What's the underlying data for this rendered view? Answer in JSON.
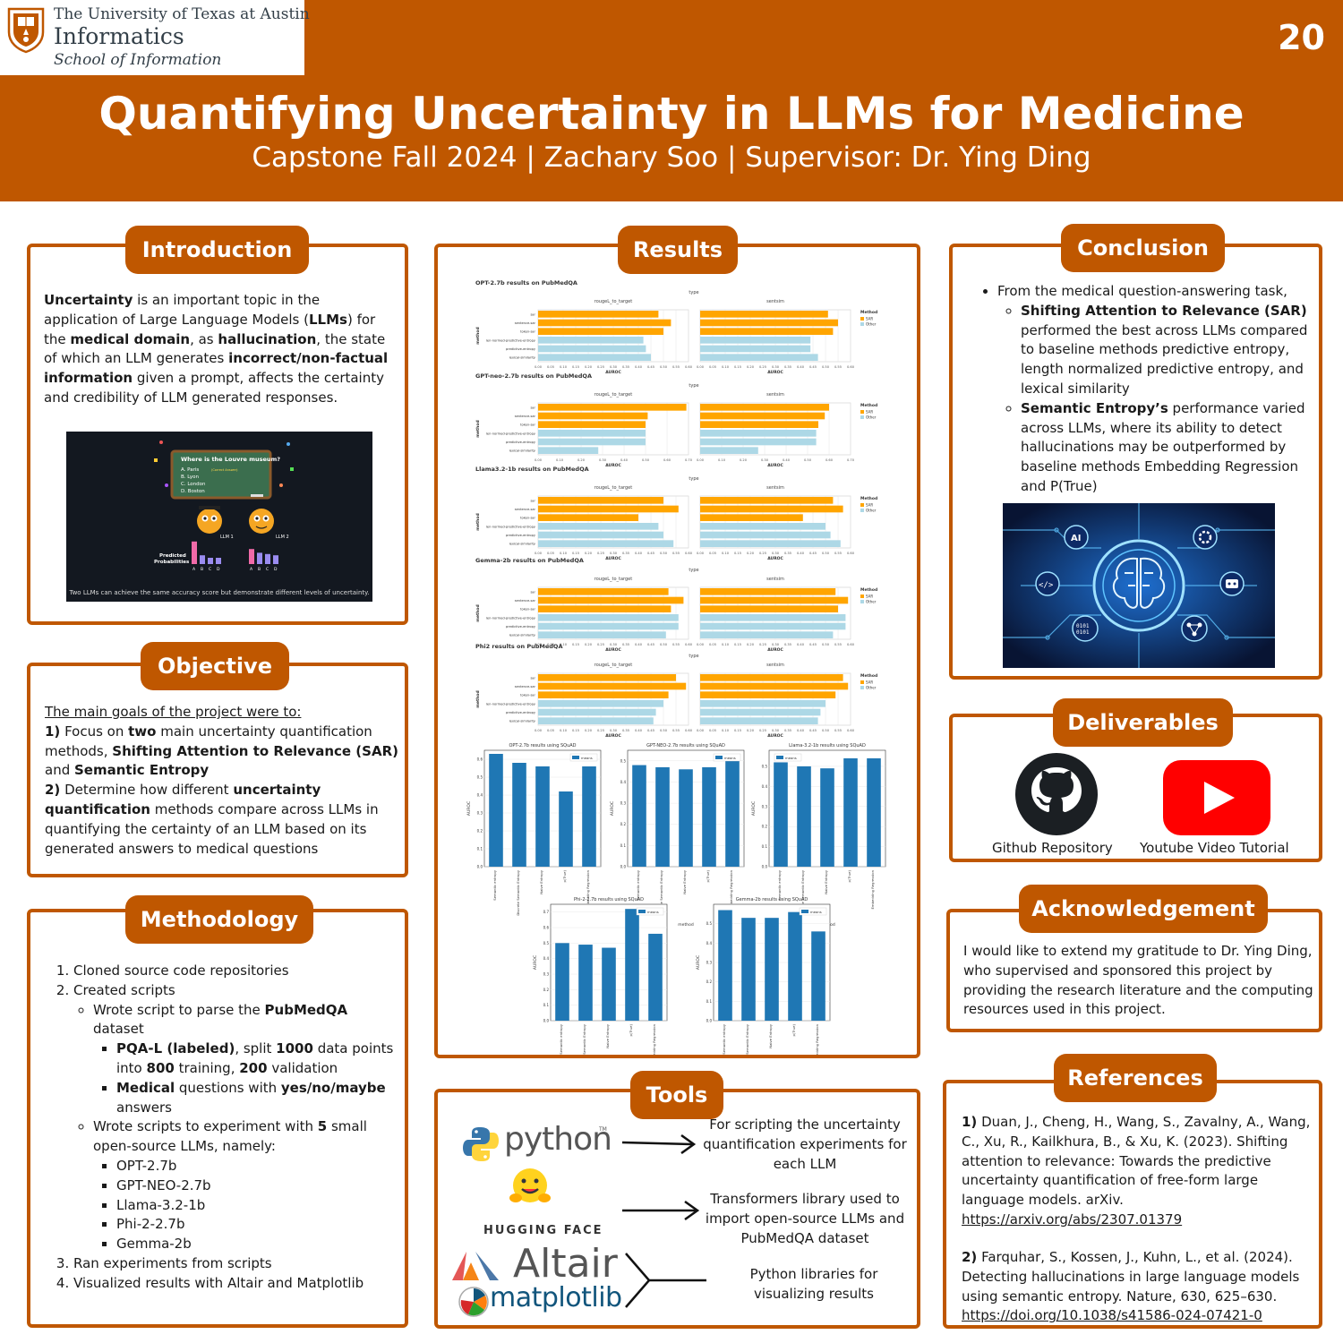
{
  "header": {
    "university": "The University of Texas at Austin",
    "department": "Informatics",
    "school": "School of Information",
    "poster_number": "20",
    "title": "Quantifying Uncertainty in LLMs for Medicine",
    "subtitle": "Capstone Fall 2024 | Zachary Soo | Supervisor: Dr. Ying Ding"
  },
  "introduction": {
    "heading": "Introduction",
    "p": [
      {
        "t": "Uncertainty",
        "b": true
      },
      {
        "t": " is an important topic in the application of Large Language Models ("
      },
      {
        "t": "LLMs",
        "b": true
      },
      {
        "t": ") for the "
      },
      {
        "t": "medical domain",
        "b": true
      },
      {
        "t": ", as "
      },
      {
        "t": "hallucination",
        "b": true
      },
      {
        "t": ", the state of which an LLM generates "
      },
      {
        "t": "incorrect/non-factual information",
        "b": true
      },
      {
        "t": " given a prompt, affects the certainty and credibility of LLM generated responses."
      }
    ],
    "image": {
      "question": "Where is the Louvre museum?",
      "options": [
        "A.  Paris",
        "B.  Lyon",
        "C.  London",
        "D.  Boston"
      ],
      "correct_tag": "(Correct Answer)",
      "llm1": "LLM 1",
      "llm2": "LLM 2",
      "predicted_label": "Predicted",
      "probabilities_label": "Probabilities",
      "choice_letters": [
        "A",
        "B",
        "C",
        "D"
      ],
      "llm1_probs": [
        0.9,
        0.35,
        0.25,
        0.25
      ],
      "llm2_probs": [
        0.6,
        0.45,
        0.4,
        0.35
      ],
      "caption": "Two LLMs can achieve the same accuracy score but demonstrate different levels of uncertainty."
    }
  },
  "objective": {
    "heading": "Objective",
    "intro": "The main goals of the project were to: ",
    "g1_num": "1)",
    "g1": [
      {
        "t": " Focus on "
      },
      {
        "t": "two",
        "b": true
      },
      {
        "t": " main uncertainty quantification methods, "
      },
      {
        "t": "Shifting Attention to Relevance (SAR)",
        "b": true
      },
      {
        "t": " and "
      },
      {
        "t": "Semantic Entropy",
        "b": true
      }
    ],
    "g2_num": "2)",
    "g2": [
      {
        "t": " Determine how different "
      },
      {
        "t": "uncertainty quantification",
        "b": true
      },
      {
        "t": " methods compare across LLMs in quantifying the certainty of an LLM based on its generated answers to medical questions"
      }
    ]
  },
  "methodology": {
    "heading": "Methodology",
    "step1": "Cloned source code repositories",
    "step2": "Created scripts",
    "sub1": [
      {
        "t": "Wrote script to parse the "
      },
      {
        "t": "PubMedQA",
        "b": true
      },
      {
        "t": " dataset"
      }
    ],
    "sub1a": [
      {
        "t": "PQA-L (labeled)",
        "b": true
      },
      {
        "t": ", split "
      },
      {
        "t": "1000",
        "b": true
      },
      {
        "t": " data points into "
      },
      {
        "t": "800",
        "b": true
      },
      {
        "t": " training, "
      },
      {
        "t": "200",
        "b": true
      },
      {
        "t": " validation"
      }
    ],
    "sub1b": [
      {
        "t": "Medical",
        "b": true
      },
      {
        "t": " questions with "
      },
      {
        "t": "yes/no/maybe",
        "b": true
      },
      {
        "t": " answers"
      }
    ],
    "sub2": [
      {
        "t": "Wrote scripts to experiment with "
      },
      {
        "t": "5",
        "b": true
      },
      {
        "t": " small open-source LLMs, namely:"
      }
    ],
    "models": [
      "OPT-2.7b",
      "GPT-NEO-2.7b",
      "Llama-3.2-1b",
      "Phi-2-2.7b",
      "Gemma-2b"
    ],
    "step3": "Ran experiments from scripts",
    "step4": "Visualized results with Altair and Matplotlib"
  },
  "results": {
    "heading": "Results",
    "chart_data": [
      {
        "type": "bar",
        "title": "OPT-2.7b results on PubMedQA",
        "panel_labels": [
          "rougeL_to_target",
          "sentsim"
        ],
        "top_label": "type",
        "categories": [
          "sar",
          "sentence-sar",
          "token-sar",
          "len-normed-predictive-entropy",
          "predictive-entropy",
          "lexical-similarity"
        ],
        "series": [
          {
            "name": "rougeL_to_target",
            "values": [
              0.48,
              0.53,
              0.5,
              0.42,
              0.43,
              0.45
            ]
          },
          {
            "name": "sentsim",
            "values": [
              0.51,
              0.55,
              0.53,
              0.44,
              0.44,
              0.47
            ]
          }
        ],
        "xlabel": "AUROC",
        "ylabel": "method",
        "xlim": [
          0,
          0.6
        ],
        "xticks": [
          "0.00",
          "0.05",
          "0.10",
          "0.15",
          "0.20",
          "0.25",
          "0.30",
          "0.35",
          "0.40",
          "0.45",
          "0.50",
          "0.55",
          "0.60"
        ],
        "legend_title": "Method",
        "legend": [
          "SAR",
          "Other"
        ]
      },
      {
        "type": "bar",
        "title": "GPT-neo-2.7b results on PubMedQA",
        "panel_labels": [
          "rougeL_to_target",
          "sentsim"
        ],
        "top_label": "type",
        "categories": [
          "sar",
          "sentence-sar",
          "token-sar",
          "len-normed-predictive-entropy",
          "predictive-entropy",
          "lexical-similarity"
        ],
        "series": [
          {
            "name": "rougeL_to_target",
            "values": [
              0.69,
              0.51,
              0.5,
              0.5,
              0.5,
              0.28
            ]
          },
          {
            "name": "sentsim",
            "values": [
              0.6,
              0.58,
              0.55,
              0.54,
              0.54,
              0.27
            ]
          }
        ],
        "xlabel": "AUROC",
        "ylabel": "method",
        "xlim": [
          0,
          0.7
        ],
        "xticks": [
          "0.00",
          "0.10",
          "0.20",
          "0.30",
          "0.40",
          "0.50",
          "0.60",
          "0.70"
        ],
        "legend_title": "Method",
        "legend": [
          "SAR",
          "Other"
        ]
      },
      {
        "type": "bar",
        "title": "Llama3.2-1b results on PubMedQA",
        "panel_labels": [
          "rougeL_to_target",
          "sentsim"
        ],
        "top_label": "type",
        "categories": [
          "sar",
          "sentence-sar",
          "token-sar",
          "len-normed-predictive-entropy",
          "predictive-entropy",
          "lexical-similarity"
        ],
        "series": [
          {
            "name": "rougeL_to_target",
            "values": [
              0.5,
              0.56,
              0.4,
              0.48,
              0.5,
              0.54
            ]
          },
          {
            "name": "sentsim",
            "values": [
              0.53,
              0.57,
              0.41,
              0.5,
              0.52,
              0.56
            ]
          }
        ],
        "xlabel": "AUROC",
        "ylabel": "method",
        "xlim": [
          0,
          0.6
        ],
        "xticks": [
          "0.00",
          "0.05",
          "0.10",
          "0.15",
          "0.20",
          "0.25",
          "0.30",
          "0.35",
          "0.40",
          "0.45",
          "0.50",
          "0.55",
          "0.60"
        ],
        "legend_title": "Method",
        "legend": [
          "SAR",
          "Other"
        ]
      },
      {
        "type": "bar",
        "title": "Gemma-2b results on PubMedQA",
        "panel_labels": [
          "rougeL_to_target",
          "sentsim"
        ],
        "top_label": "type",
        "categories": [
          "sar",
          "sentence-sar",
          "token-sar",
          "len-normed-predictive-entropy",
          "predictive-entropy",
          "lexical-similarity"
        ],
        "series": [
          {
            "name": "rougeL_to_target",
            "values": [
              0.52,
              0.58,
              0.53,
              0.56,
              0.56,
              0.51
            ]
          },
          {
            "name": "sentsim",
            "values": [
              0.54,
              0.59,
              0.55,
              0.58,
              0.58,
              0.53
            ]
          }
        ],
        "xlabel": "AUROC",
        "ylabel": "method",
        "xlim": [
          0,
          0.6
        ],
        "xticks": [
          "0.00",
          "0.05",
          "0.10",
          "0.15",
          "0.20",
          "0.25",
          "0.30",
          "0.35",
          "0.40",
          "0.45",
          "0.50",
          "0.55",
          "0.60"
        ],
        "legend_title": "Method",
        "legend": [
          "SAR",
          "Other"
        ]
      },
      {
        "type": "bar",
        "title": "Phi2 results on PubMedQA",
        "panel_labels": [
          "rougeL_to_target",
          "sentsim"
        ],
        "top_label": "type",
        "categories": [
          "sar",
          "sentence-sar",
          "token-sar",
          "len-normed-predictive-entropy",
          "predictive-entropy",
          "lexical-similarity"
        ],
        "series": [
          {
            "name": "rougeL_to_target",
            "values": [
              0.55,
              0.59,
              0.52,
              0.5,
              0.47,
              0.46
            ]
          },
          {
            "name": "sentsim",
            "values": [
              0.57,
              0.59,
              0.54,
              0.5,
              0.48,
              0.47
            ]
          }
        ],
        "xlabel": "AUROC",
        "ylabel": "method",
        "xlim": [
          0,
          0.6
        ],
        "xticks": [
          "0.00",
          "0.05",
          "0.10",
          "0.15",
          "0.20",
          "0.25",
          "0.30",
          "0.35",
          "0.40",
          "0.45",
          "0.50",
          "0.55",
          "0.60"
        ],
        "legend_title": "Method",
        "legend": [
          "SAR",
          "Other"
        ]
      },
      {
        "type": "bar",
        "title": "OPT-2.7b results using SQuAD",
        "categories": [
          "Semantic entropy",
          "Discrete Semantic Entropy",
          "Naive Entropy",
          "p(True)",
          "Embedding Regression"
        ],
        "series": [
          {
            "name": "means",
            "values": [
              0.63,
              0.58,
              0.56,
              0.42,
              0.56
            ]
          }
        ],
        "xlabel": "",
        "ylabel": "AUROC",
        "ylim": [
          0,
          0.65
        ],
        "yticks": [
          "0.0",
          "0.1",
          "0.2",
          "0.3",
          "0.4",
          "0.5",
          "0.6"
        ]
      },
      {
        "type": "bar",
        "title": "GPT-NEO-2.7b results using SQuAD",
        "categories": [
          "Semantic entropy",
          "Discrete Semantic Entropy",
          "Naive Entropy",
          "p(True)",
          "Embedding Regression"
        ],
        "series": [
          {
            "name": "means",
            "values": [
              0.48,
              0.47,
              0.46,
              0.47,
              0.51
            ]
          }
        ],
        "xlabel": "method",
        "ylabel": "AUROC",
        "ylim": [
          0,
          0.55
        ],
        "yticks": [
          "0.0",
          "0.1",
          "0.2",
          "0.3",
          "0.4",
          "0.5"
        ]
      },
      {
        "type": "bar",
        "title": "Llama-3.2-1b results using SQuAD",
        "categories": [
          "Semantic entropy",
          "Discrete Semantic Entropy",
          "Naive Entropy",
          "p(True)",
          "Embedding Regression"
        ],
        "series": [
          {
            "name": "means",
            "values": [
              0.52,
              0.5,
              0.49,
              0.54,
              0.54
            ]
          }
        ],
        "xlabel": "method",
        "ylabel": "AUROC",
        "ylim": [
          0,
          0.58
        ],
        "yticks": [
          "0.0",
          "0.1",
          "0.2",
          "0.3",
          "0.4",
          "0.5"
        ]
      },
      {
        "type": "bar",
        "title": "Phi-2-2.7b results using SQuAD",
        "categories": [
          "Semantic entropy",
          "Discrete Semantic Entropy",
          "Naive Entropy",
          "p(True)",
          "Embedding Regression"
        ],
        "series": [
          {
            "name": "means",
            "values": [
              0.5,
              0.49,
              0.47,
              0.72,
              0.56
            ]
          }
        ],
        "xlabel": "method",
        "ylabel": "AUROC",
        "ylim": [
          0,
          0.75
        ],
        "yticks": [
          "0.0",
          "0.1",
          "0.2",
          "0.3",
          "0.4",
          "0.5",
          "0.6",
          "0.7"
        ]
      },
      {
        "type": "bar",
        "title": "Gemma-2b results using SQuAD",
        "categories": [
          "Semantic entropy",
          "Discrete Semantic Entropy",
          "Naive Entropy",
          "p(True)",
          "Embedding Regression"
        ],
        "series": [
          {
            "name": "means",
            "values": [
              0.57,
              0.53,
              0.53,
              0.56,
              0.46
            ]
          }
        ],
        "xlabel": "method",
        "ylabel": "AUROC",
        "ylim": [
          0,
          0.6
        ],
        "yticks": [
          "0.0",
          "0.1",
          "0.2",
          "0.3",
          "0.4",
          "0.5"
        ]
      }
    ]
  },
  "tools": {
    "heading": "Tools",
    "python_logo": "python",
    "python_tm": "TM",
    "hf_logo": "HUGGING FACE",
    "altair_logo": "Altair",
    "matplotlib_logo": "matplotlib",
    "desc1": "For scripting the uncertainty quantification experiments for each LLM",
    "desc2": "Transformers library used to import open-source LLMs and PubMedQA dataset",
    "desc3": "Python libraries for visualizing results"
  },
  "conclusion": {
    "heading": "Conclusion",
    "bullet": "From the medical question-answering task,",
    "sub1": [
      {
        "t": "Shifting Attention to Relevance (SAR)",
        "b": true
      },
      {
        "t": " performed the best across LLMs compared to baseline methods predictive entropy, length normalized predictive entropy, and lexical similarity"
      }
    ],
    "sub2": [
      {
        "t": "Semantic Entropy’s",
        "b": true
      },
      {
        "t": " performance varied across LLMs, where its ability to detect hallucinations may be outperformed by baseline methods Embedding Regression and P(True)"
      }
    ],
    "image_ai": "AI",
    "image_code": "</>",
    "image_bits": "0101"
  },
  "deliverables": {
    "heading": "Deliverables",
    "github": "Github Repository",
    "youtube": "Youtube Video Tutorial"
  },
  "acknowledgement": {
    "heading": "Acknowledgement",
    "text": "I would like to extend my gratitude to Dr. Ying Ding, who supervised and sponsored this project by providing the research literature and the computing resources used in this project."
  },
  "references": {
    "heading": "References",
    "r1_num": "1)",
    "r1": " Duan, J., Cheng, H., Wang, S., Zavalny, A., Wang, C., Xu, R., Kailkhura, B., & Xu, K. (2023). Shifting attention to relevance: Towards the predictive uncertainty quantification of free-form large language models. arXiv.",
    "r1_link": "https://arxiv.org/abs/2307.01379",
    "r2_num": "2)",
    "r2": " Farquhar, S., Kossen, J., Kuhn, L., et al. (2024). Detecting hallucinations in large language models using semantic entropy. Nature, 630, 625–630.",
    "r2_link": "https://doi.org/10.1038/s41586-024-07421-0"
  },
  "colors": {
    "ut_orange": "#bf5700",
    "sar_orange": "#ffa500",
    "other_blue": "#add8e6",
    "mpl_blue": "#1f77b4"
  }
}
